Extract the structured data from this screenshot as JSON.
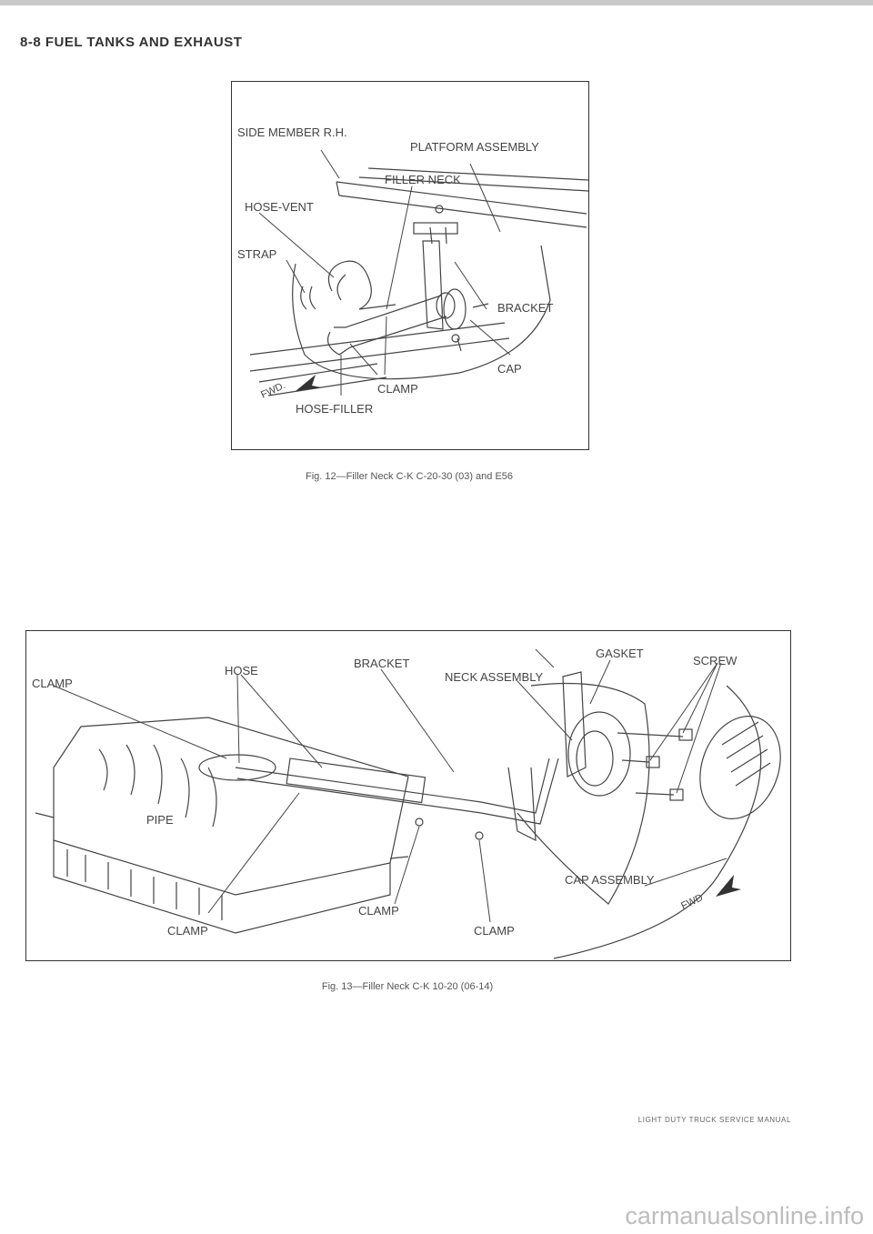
{
  "page": {
    "header": "8-8 FUEL TANKS AND EXHAUST",
    "footer": "LIGHT DUTY TRUCK SERVICE MANUAL",
    "watermark": "carmanualsonline.info"
  },
  "fig12": {
    "caption": "Fig. 12—Filler Neck C-K C-20-30 (03) and E56",
    "labels": {
      "side_member": "SIDE MEMBER R.H.",
      "platform": "PLATFORM ASSEMBLY",
      "filler_neck": "FILLER NECK",
      "hose_vent": "HOSE-VENT",
      "strap": "STRAP",
      "bracket": "BRACKET",
      "cap": "CAP",
      "clamp": "CLAMP",
      "hose_filler": "HOSE-FILLER",
      "fwd": "FWD."
    }
  },
  "fig13": {
    "caption": "Fig. 13—Filler Neck C-K 10-20 (06-14)",
    "labels": {
      "gasket": "GASKET",
      "screw": "SCREW",
      "hose": "HOSE",
      "clamp_tl": "CLAMP",
      "bracket": "BRACKET",
      "neck_assembly": "NECK ASSEMBLY",
      "pipe": "PIPE",
      "cap_assembly": "CAP ASSEMBLY",
      "clamp_bl": "CLAMP",
      "clamp_mid": "CLAMP",
      "clamp_br": "CLAMP",
      "fwd": "FWD"
    }
  }
}
